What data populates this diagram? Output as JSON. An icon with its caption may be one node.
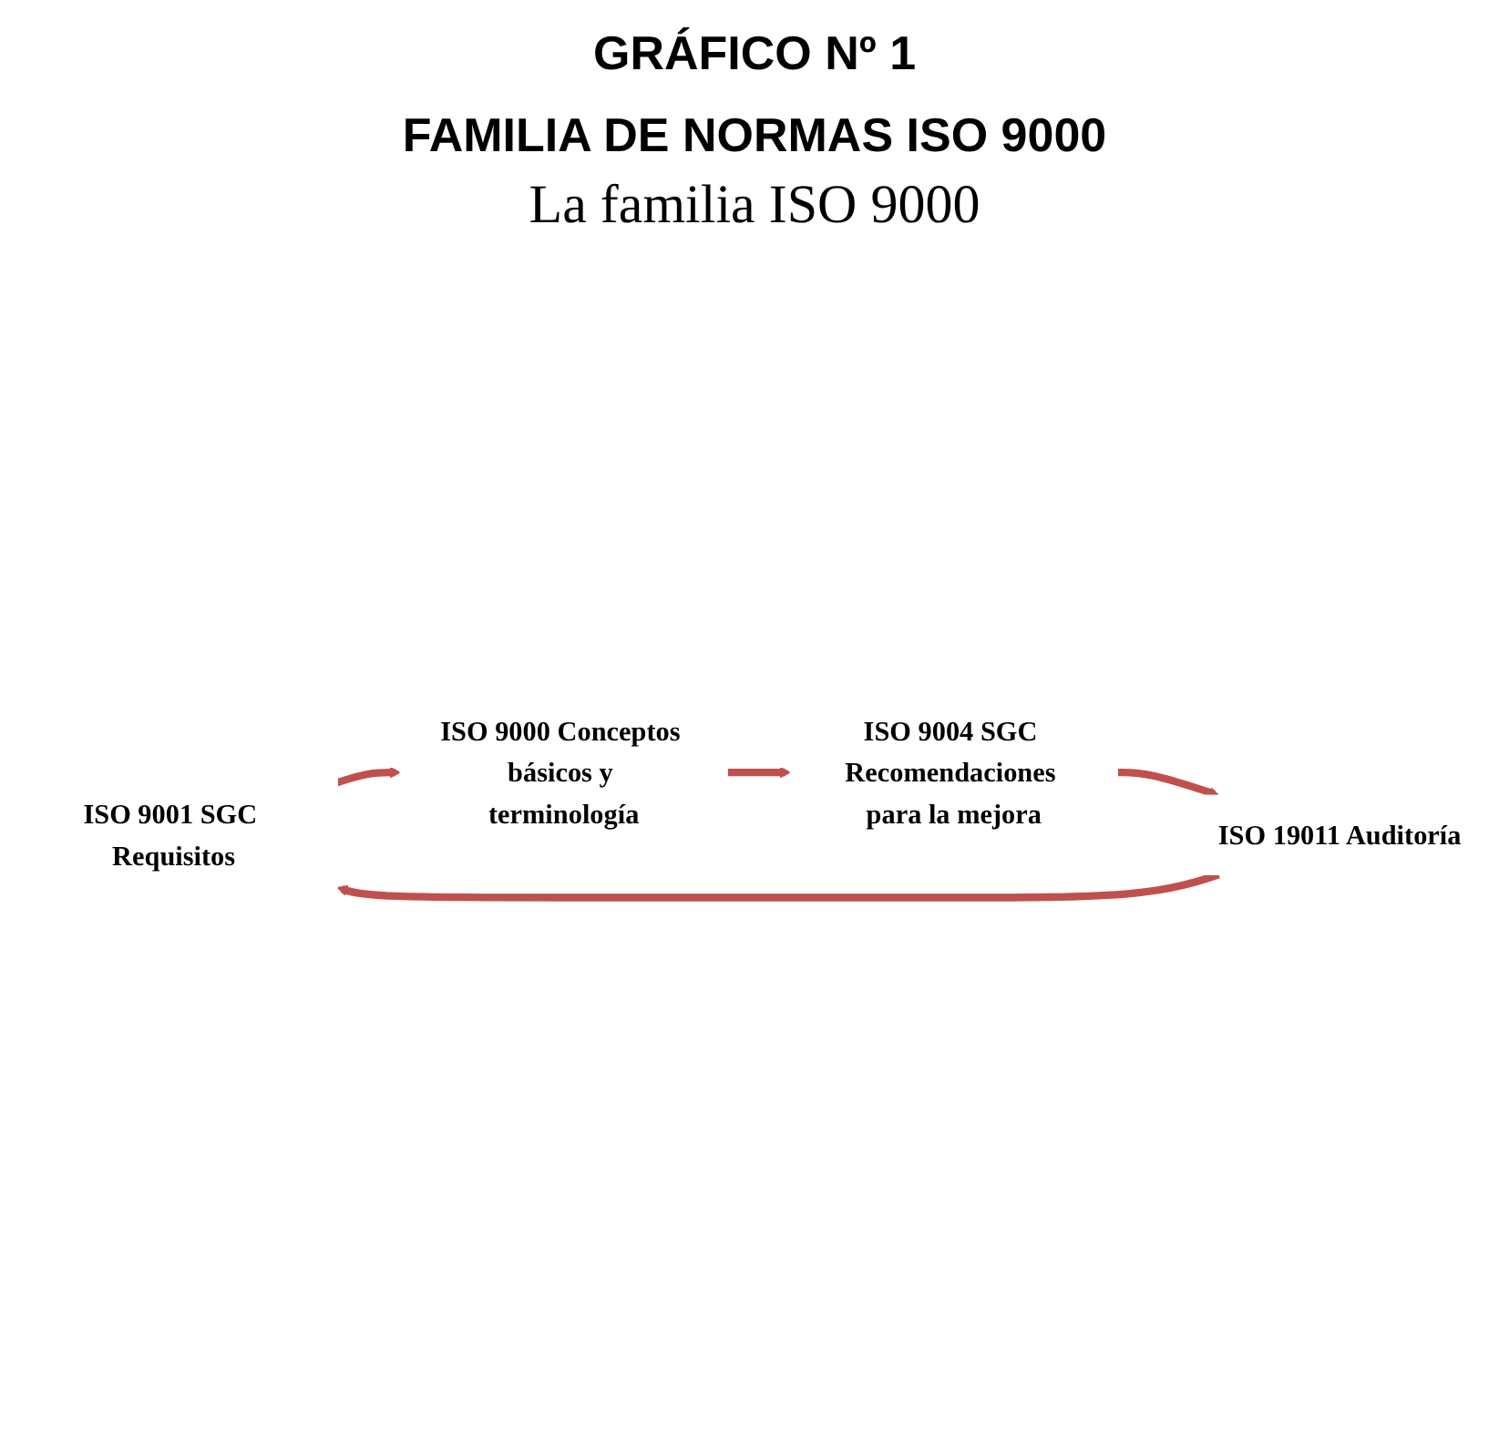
{
  "diagram": {
    "title": "GRÁFICO Nº 1",
    "nodes": [
      {
        "text": [
          "ISO 9001 SGC Requisitos"
        ]
      },
      {
        "text": [
          "ISO 9000 Conceptos básicos y terminología"
        ]
      },
      {
        "text": [
          "ISO 9004 SGC Recomendaciones para la mejora"
        ]
      },
      {
        "text": [
          "ISO 19011 Auditoría"
        ]
      }
    ],
    "edges": [
      {
        "from": 0,
        "to": 1,
        "arrow": "to"
      },
      {
        "from": 1,
        "to": 2,
        "arrow": "to"
      },
      {
        "from": 2,
        "to": 3,
        "arrow": "to"
      },
      {
        "from": 3,
        "to": 0,
        "arrow": "to"
      }
    ],
    "labels": [
      "FAMILIA DE NORMAS ISO 9000",
      "La familia ISO 9000"
    ]
  }
}
